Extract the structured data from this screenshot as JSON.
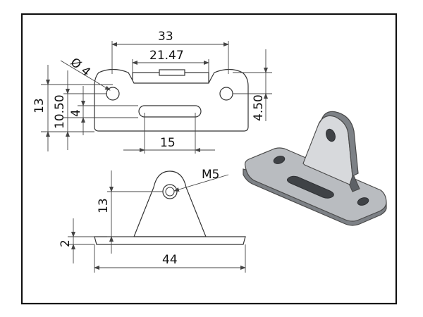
{
  "drawing": {
    "dimensions": {
      "top_width": "33",
      "hole_spacing": "21.47",
      "hole_diameter": "4",
      "diameter_symbol": "Ø",
      "overall_height": "13",
      "hole_row_height": "10.50",
      "slot_height": "4",
      "edge_offset": "4.50",
      "slot_length": "15",
      "bracket_height": "13",
      "thread": "M5",
      "plate_thickness": "2",
      "base_length": "44"
    },
    "colors": {
      "frame": "#111111",
      "line": "#333333",
      "metal_light": "#b9bcc0",
      "metal_dark": "#7d8186"
    }
  }
}
